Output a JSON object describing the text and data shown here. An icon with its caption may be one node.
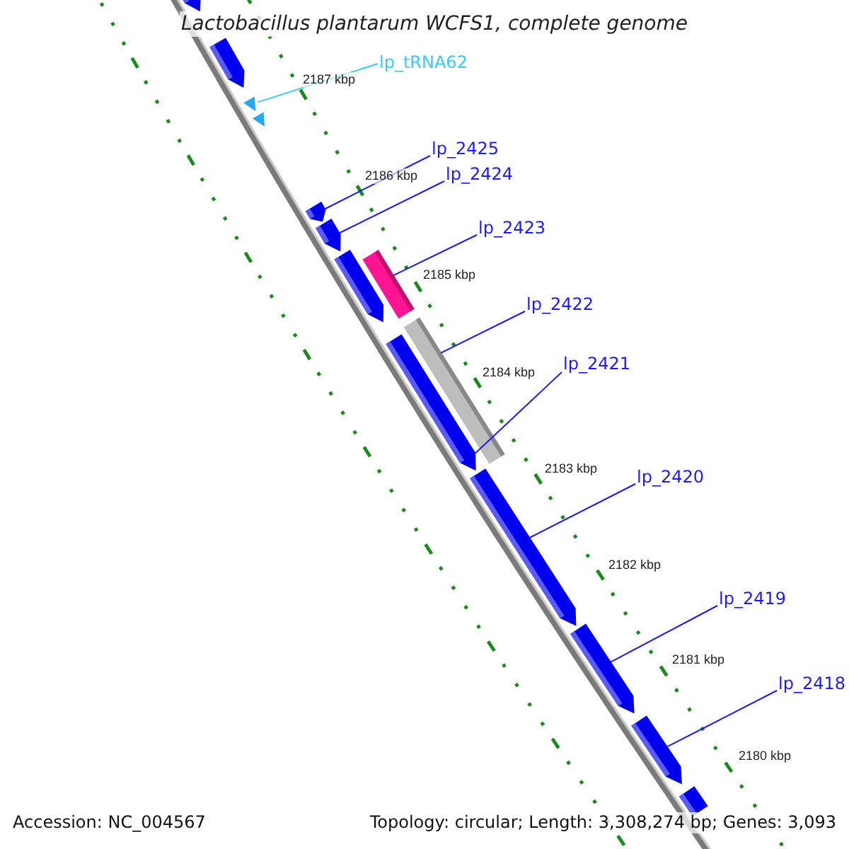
{
  "diagram": {
    "title": "Lactobacillus plantarum WCFS1, complete genome",
    "nodes": [
      {
        "text": [
          "lp_tRNA62"
        ]
      },
      {
        "text": [
          "lp_2425"
        ]
      },
      {
        "text": [
          "lp_2424"
        ]
      },
      {
        "text": [
          "lp_2423"
        ]
      },
      {
        "text": [
          "lp_2422"
        ]
      },
      {
        "text": [
          "lp_2421"
        ]
      },
      {
        "text": [
          "lp_2420"
        ]
      },
      {
        "text": [
          "lp_2419"
        ]
      },
      {
        "text": [
          "lp_2418"
        ]
      },
      {
        "text": [],
        "shape": "arrow"
      },
      {
        "text": [],
        "shape": "arrow"
      },
      {
        "text": [],
        "shape": "triangle"
      },
      {
        "text": [],
        "shape": "triangle"
      },
      {
        "text": [],
        "shape": "arrow"
      },
      {
        "text": [],
        "shape": "arrow"
      },
      {
        "text": [],
        "shape": "arrow"
      },
      {
        "text": [],
        "shape": "bar"
      },
      {
        "text": [],
        "shape": "bar"
      },
      {
        "text": [],
        "shape": "arrow"
      },
      {
        "text": [],
        "shape": "arrow"
      },
      {
        "text": [],
        "shape": "arrow"
      },
      {
        "text": [],
        "shape": "arrow"
      },
      {
        "text": [],
        "shape": "arrow"
      }
    ],
    "edges": [
      {
        "from": 0,
        "to": 11,
        "arrow": "none",
        "color": "#33ccff"
      },
      {
        "from": 1,
        "to": 13,
        "arrow": "none"
      },
      {
        "from": 2,
        "to": 14,
        "arrow": "none"
      },
      {
        "from": 3,
        "to": 16,
        "arrow": "none"
      },
      {
        "from": 4,
        "to": 17,
        "arrow": "none"
      },
      {
        "from": 5,
        "to": 18,
        "arrow": "none"
      },
      {
        "from": 6,
        "to": 19,
        "arrow": "none"
      },
      {
        "from": 7,
        "to": 20,
        "arrow": "none"
      },
      {
        "from": 8,
        "to": 21,
        "arrow": "none"
      }
    ],
    "labels": [
      "2187 kbp",
      "2186 kbp",
      "2185 kbp",
      "2184 kbp",
      "2183 kbp",
      "2182 kbp",
      "2181 kbp",
      "2180 kbp",
      "Accession: NC_004567",
      "Topology: circular; Length: 3,308,274 bp; Genes: 3,093"
    ]
  }
}
